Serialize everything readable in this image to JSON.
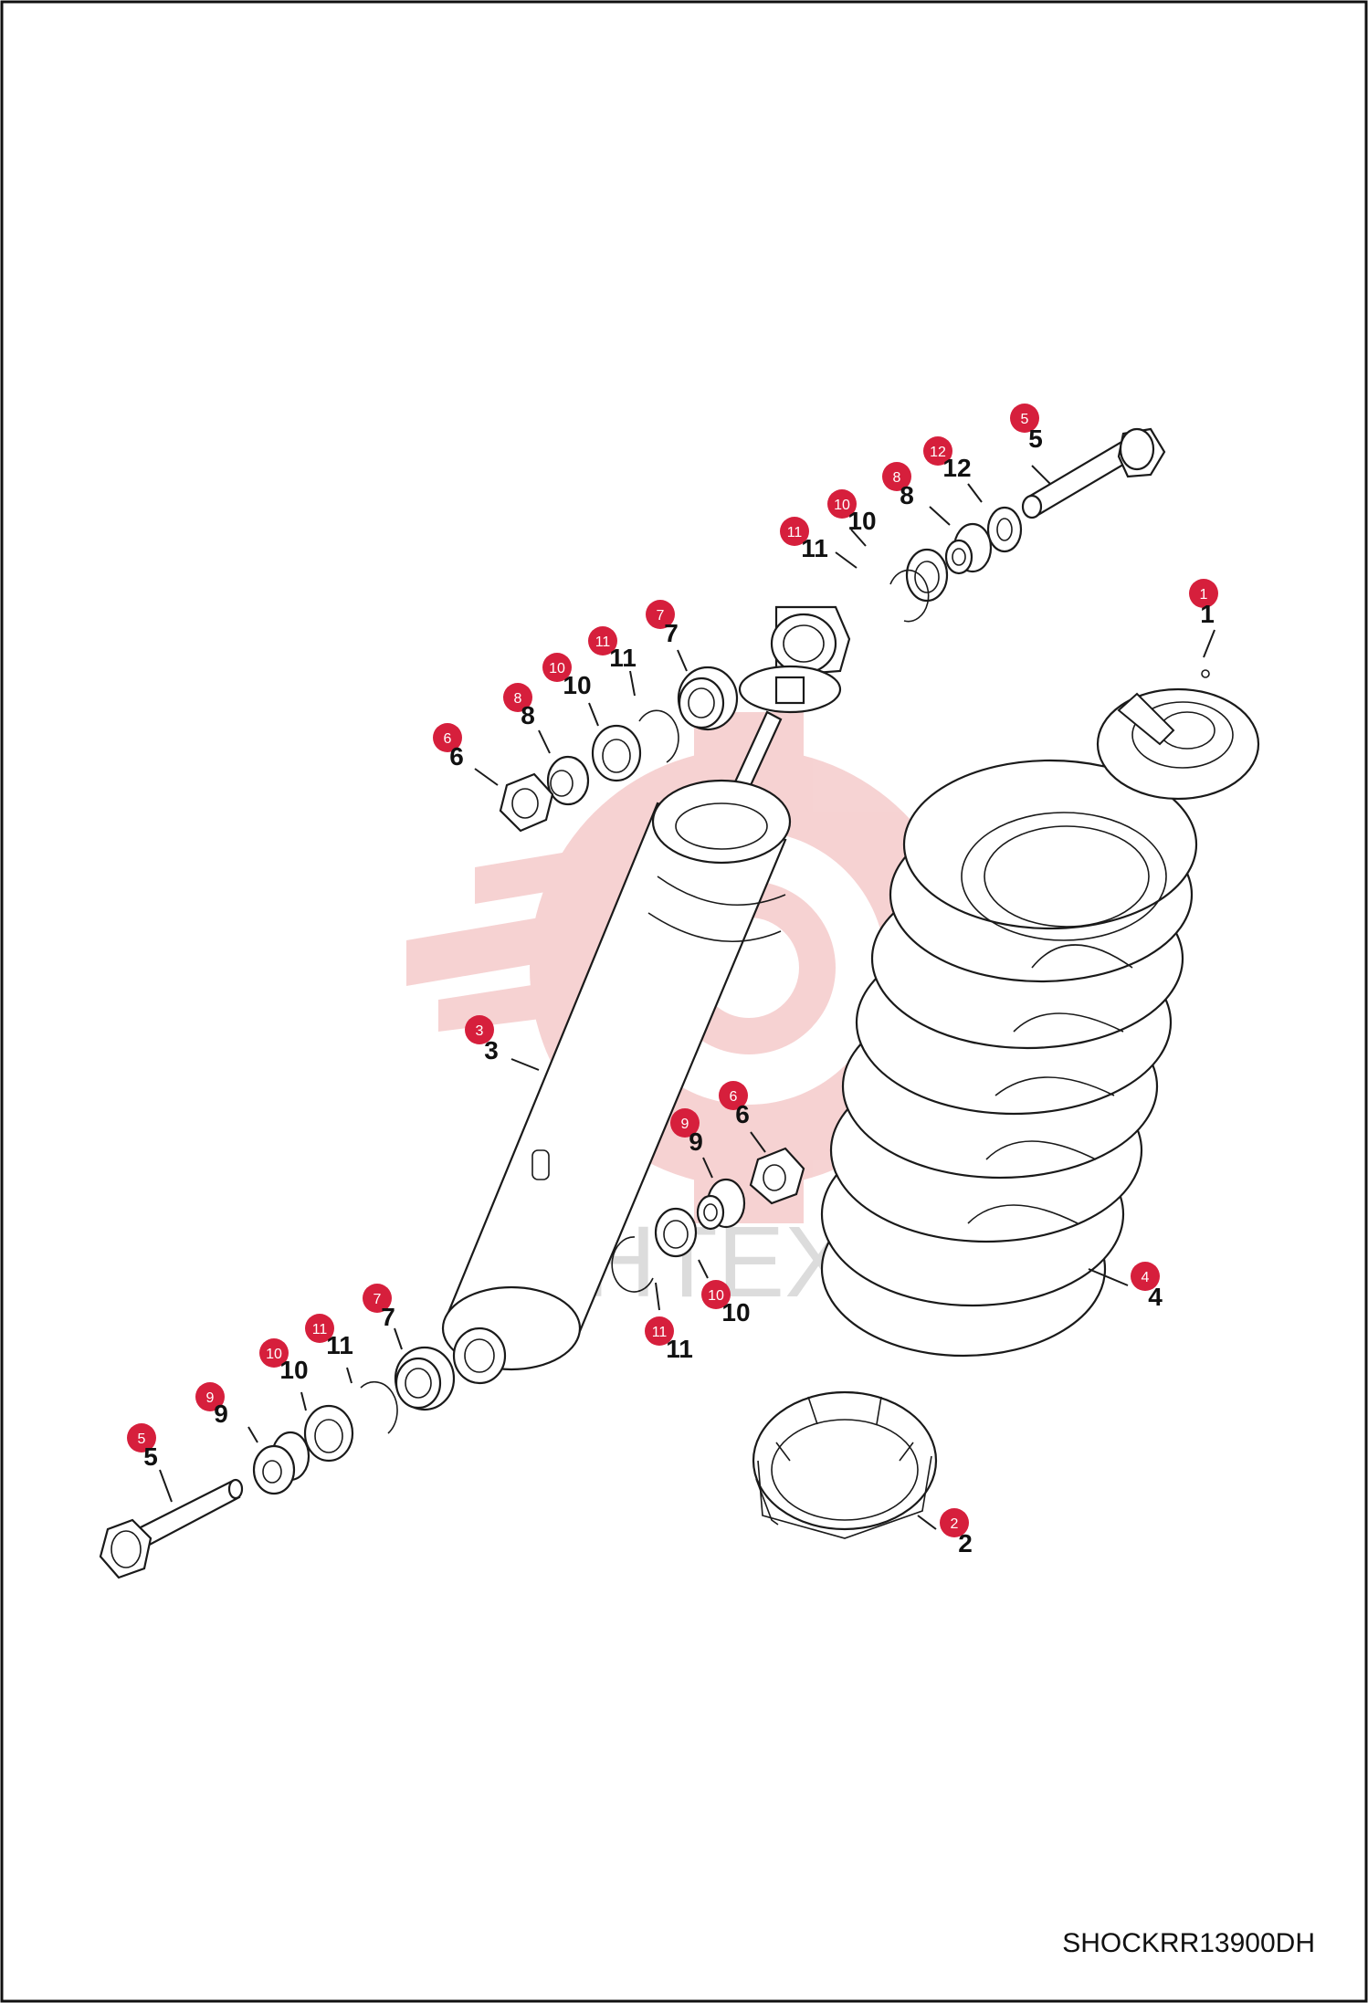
{
  "drawing_code": "SHOCKRR13900DH",
  "watermark_text": "ИНТЕХ",
  "colors": {
    "callout": "#d61f3c",
    "line": "#1a1a1a",
    "watermark": "#f3c4c4"
  },
  "callouts": [
    {
      "id": "c1",
      "number": "1",
      "part": "spring seat upper"
    },
    {
      "id": "c2",
      "number": "2",
      "part": "spring seat lower"
    },
    {
      "id": "c3",
      "number": "3",
      "part": "shock absorber"
    },
    {
      "id": "c4",
      "number": "4",
      "part": "coil spring"
    },
    {
      "id": "c5a",
      "number": "5",
      "part": "bolt upper"
    },
    {
      "id": "c5b",
      "number": "5",
      "part": "bolt lower"
    },
    {
      "id": "c6a",
      "number": "6",
      "part": "nut upper"
    },
    {
      "id": "c6b",
      "number": "6",
      "part": "nut lower"
    },
    {
      "id": "c7a",
      "number": "7",
      "part": "bushing upper"
    },
    {
      "id": "c7b",
      "number": "7",
      "part": "bushing lower"
    },
    {
      "id": "c8a",
      "number": "8",
      "part": "collar left"
    },
    {
      "id": "c8b",
      "number": "8",
      "part": "collar right"
    },
    {
      "id": "c9a",
      "number": "9",
      "part": "collar lower right"
    },
    {
      "id": "c9b",
      "number": "9",
      "part": "collar lower left"
    },
    {
      "id": "c10a",
      "number": "10",
      "part": "seal"
    },
    {
      "id": "c10b",
      "number": "10",
      "part": "seal"
    },
    {
      "id": "c10c",
      "number": "10",
      "part": "seal"
    },
    {
      "id": "c10d",
      "number": "10",
      "part": "seal"
    },
    {
      "id": "c11a",
      "number": "11",
      "part": "snap ring"
    },
    {
      "id": "c11b",
      "number": "11",
      "part": "snap ring"
    },
    {
      "id": "c11c",
      "number": "11",
      "part": "snap ring"
    },
    {
      "id": "c11d",
      "number": "11",
      "part": "snap ring"
    },
    {
      "id": "c12",
      "number": "12",
      "part": "washer"
    }
  ]
}
